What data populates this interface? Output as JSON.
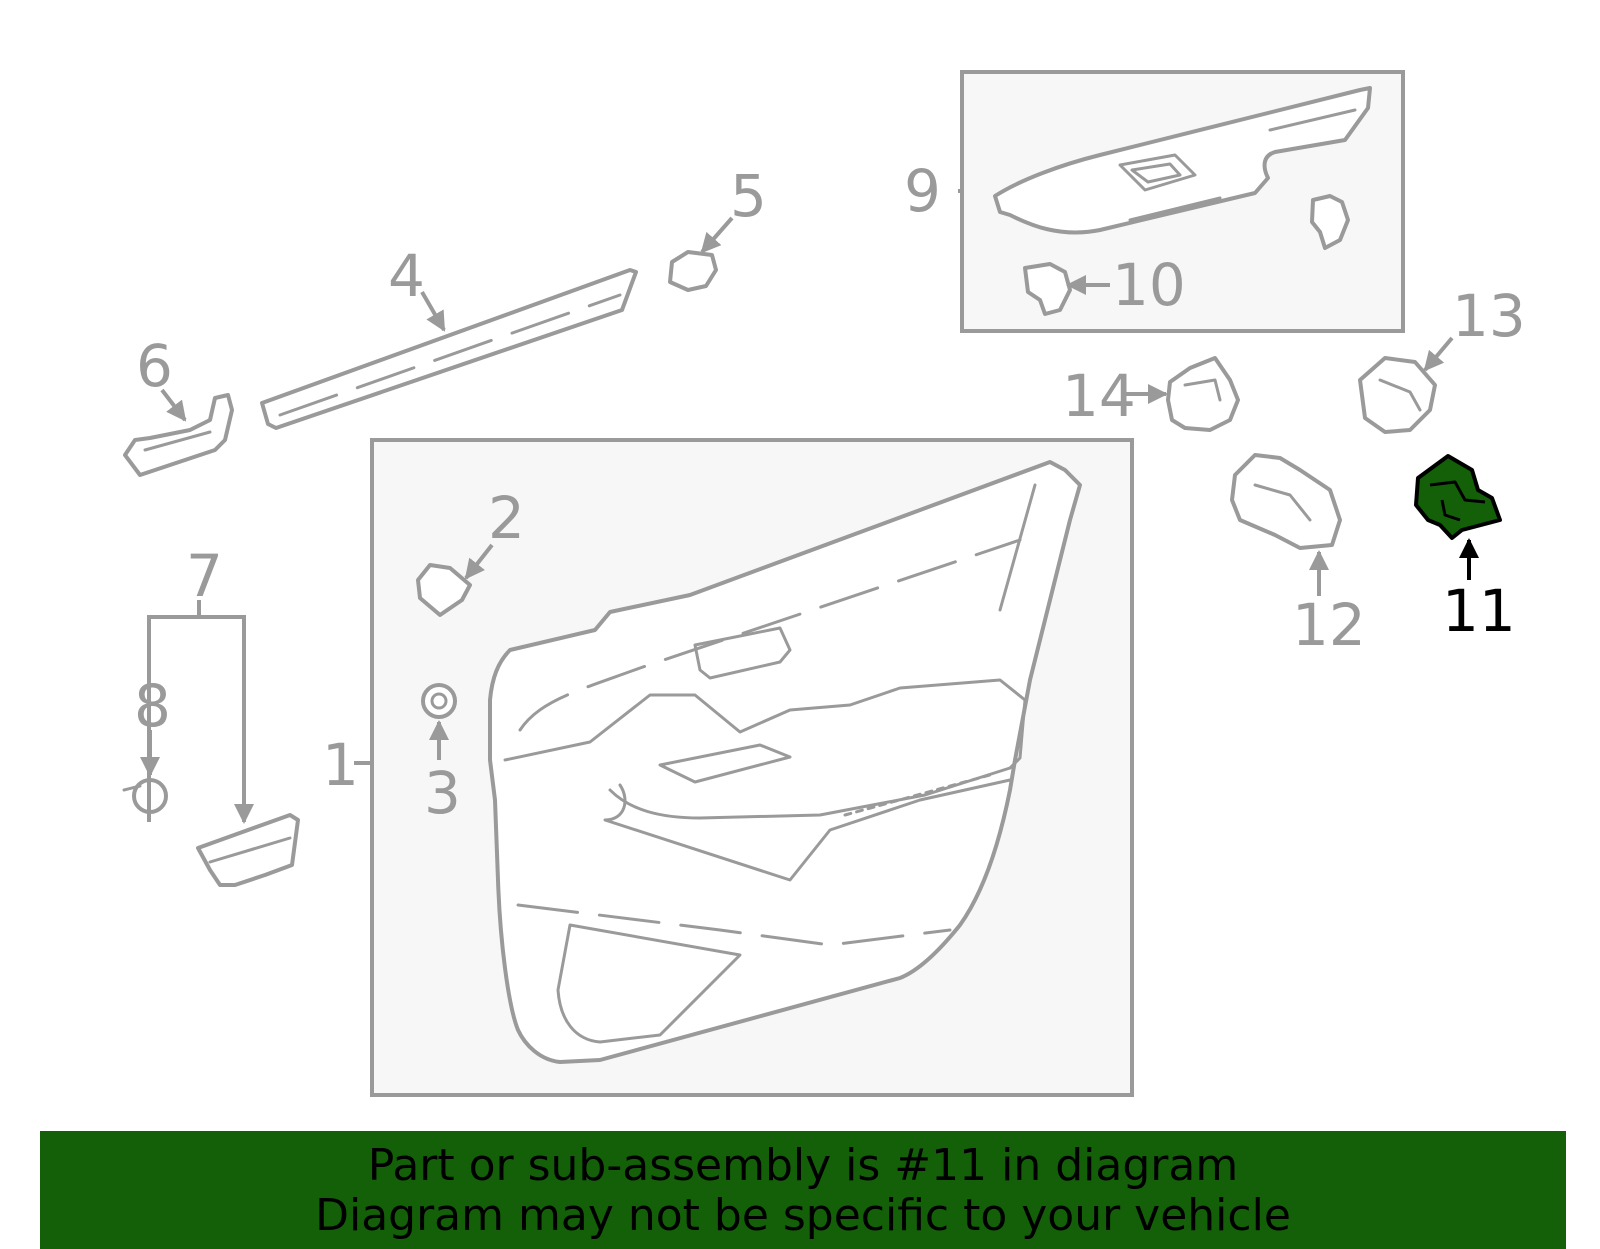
{
  "callouts": {
    "c1": "1",
    "c2": "2",
    "c3": "3",
    "c4": "4",
    "c5": "5",
    "c6": "6",
    "c7": "7",
    "c8": "8",
    "c9": "9",
    "c10": "10",
    "c11": "11",
    "c12": "12",
    "c13": "13",
    "c14": "14"
  },
  "highlight": {
    "part": "11",
    "color": "#136009"
  },
  "banner": {
    "line1": "Part or sub-assembly is #11 in diagram",
    "line2": "Diagram may not be specific to your vehicle"
  }
}
